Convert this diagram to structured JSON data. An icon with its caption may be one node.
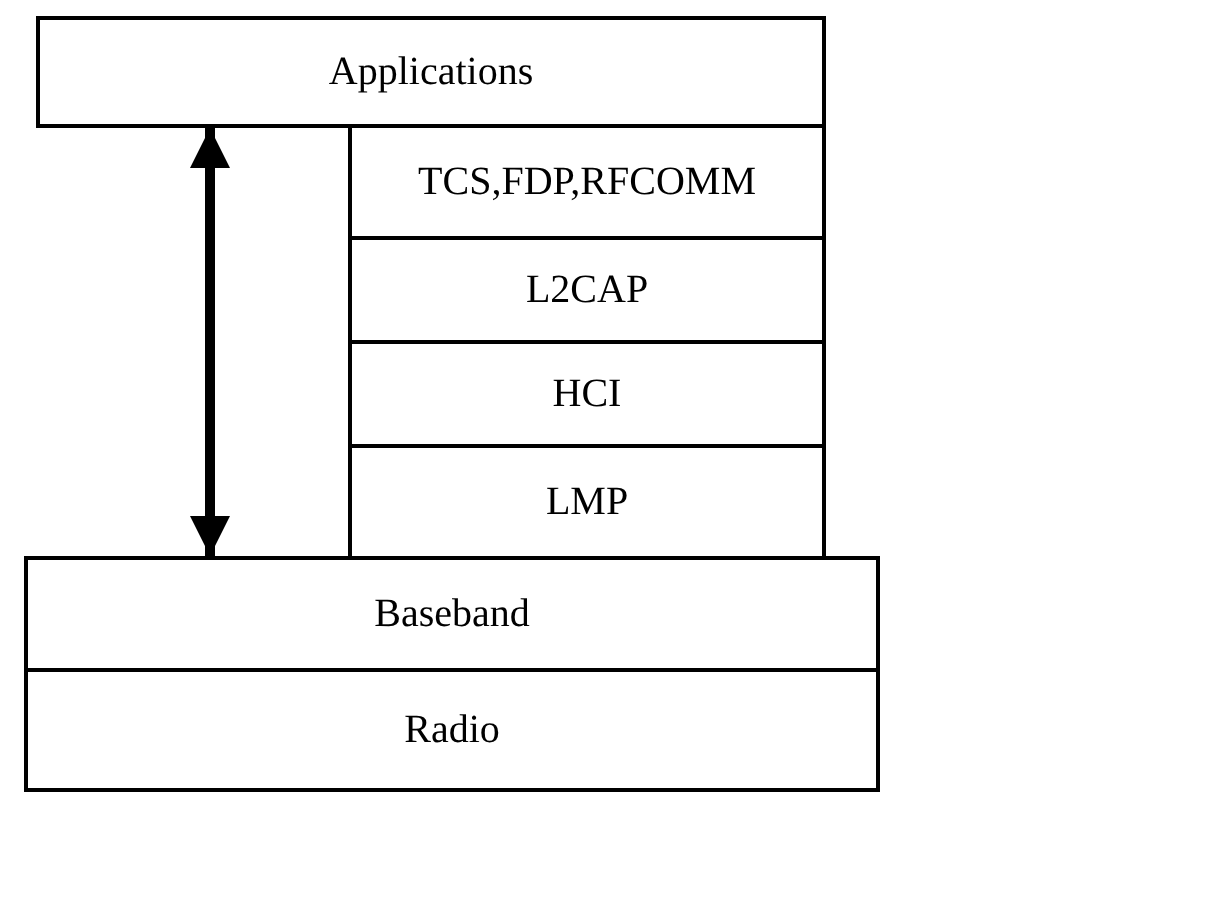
{
  "diagram": {
    "nodes": [
      {
        "text": [
          "Applications"
        ]
      },
      {
        "text": [
          "TCS,FDP,RFCOMM"
        ]
      },
      {
        "text": [
          "L2CAP"
        ]
      },
      {
        "text": [
          "HCI"
        ]
      },
      {
        "text": [
          "LMP"
        ]
      },
      {
        "text": [
          "Baseband"
        ]
      },
      {
        "text": [
          "Radio"
        ]
      }
    ],
    "edges": [
      {
        "from": 0,
        "to": 5,
        "arrow": "both"
      }
    ]
  }
}
